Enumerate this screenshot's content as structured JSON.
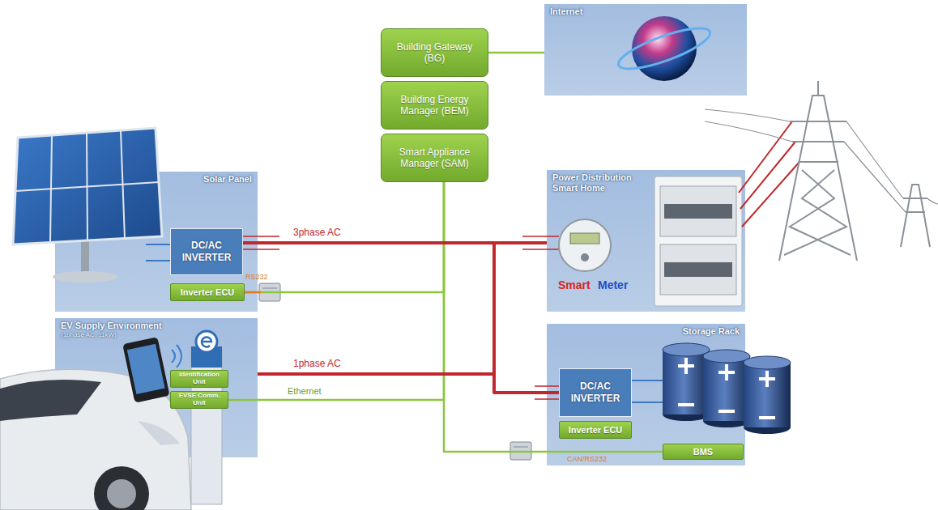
{
  "diagram": {
    "nodes": [
      {
        "text": [
          "Building Gateway (BG)"
        ]
      },
      {
        "text": [
          "Building Energy Manager (BEM)"
        ]
      },
      {
        "text": [
          "Smart Appliance Manager (SAM)"
        ]
      },
      {
        "text": [
          "Internet"
        ]
      },
      {
        "text": [
          "Solar Panel"
        ]
      },
      {
        "text": [
          "DC/AC INVERTER"
        ],
        "in": 4
      },
      {
        "text": [
          "Inverter ECU"
        ],
        "in": 4
      },
      {
        "text": [
          "Power Distribution Smart Home"
        ]
      },
      {
        "text": [
          "EV Supply Environment",
          "(1phase AC, 11kW)"
        ]
      },
      {
        "text": [
          "Identification Unit"
        ],
        "in": 8
      },
      {
        "text": [
          "EVSE Comm. Unit"
        ],
        "in": 8
      },
      {
        "text": [
          "Storage Rack"
        ]
      },
      {
        "text": [
          "DC/AC INVERTER"
        ],
        "in": 11
      },
      {
        "text": [
          "Inverter ECU"
        ],
        "in": 11
      },
      {
        "text": [
          "BMS"
        ],
        "in": 11
      }
    ],
    "edges": [
      {
        "from": 0,
        "to": 3,
        "arrow": "none"
      },
      {
        "from": 6,
        "to": 2,
        "label": "RS232",
        "arrow": "none"
      },
      {
        "from": 10,
        "to": 2,
        "label": "Ethernet",
        "arrow": "none"
      },
      {
        "from": 14,
        "to": 2,
        "label": "CAN/RS232",
        "arrow": "none"
      },
      {
        "from": 5,
        "to": 7,
        "label": "3phase AC",
        "arrow": "none"
      },
      {
        "from": 8,
        "to": 7,
        "label": "1phase AC",
        "arrow": "none"
      },
      {
        "from": 12,
        "to": 7,
        "arrow": "none"
      }
    ],
    "labels": [
      "Smart",
      "Meter"
    ]
  }
}
